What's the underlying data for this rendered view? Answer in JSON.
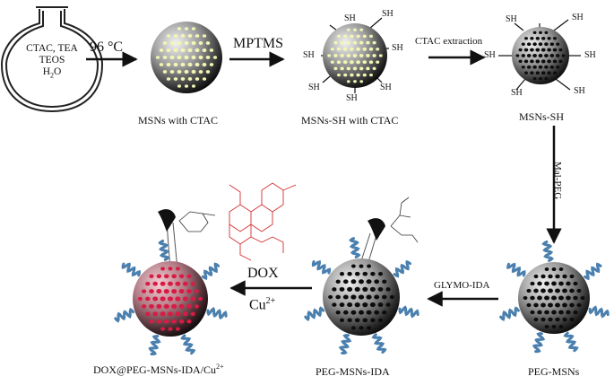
{
  "flask": {
    "lines": [
      "CTAC, TEA",
      "TEOS",
      "H",
      "2",
      "O"
    ]
  },
  "steps": {
    "s1": "96 °C",
    "s2": "MPTMS",
    "s3": "CTAC extraction",
    "s4": "Mal-PEG",
    "s5": "GLYMO-IDA",
    "s6a": "DOX",
    "s6b": "Cu",
    "s6b_sup": "2+"
  },
  "captions": {
    "c1": "MSNs with CTAC",
    "c2": "MSNs-SH with CTAC",
    "c3": "MSNs-SH",
    "c4": "PEG-MSNs",
    "c5": "PEG-MSNs-IDA",
    "c6": "DOX@PEG-MSNs-IDA/Cu",
    "c6_sup": "2+"
  },
  "thiol_label": "SH",
  "colors": {
    "arrow": "#111111",
    "sphere_dark": "#1a1a1a",
    "pore_ctac": "#f1f6b4",
    "pore_empty": "#0c0c0c",
    "pore_dox": "#d81b44",
    "peg": "#4a7fae",
    "dox_structure": "#d32f2f"
  }
}
